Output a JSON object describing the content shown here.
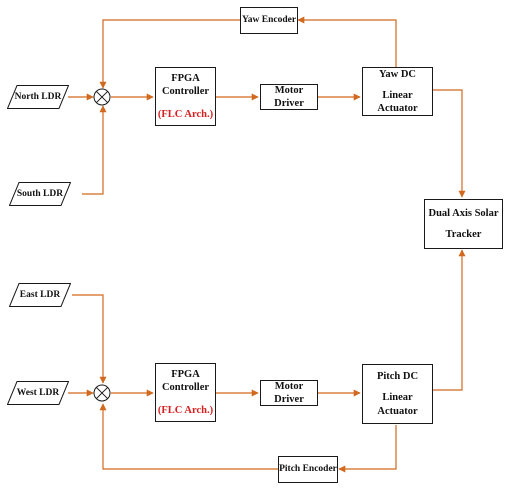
{
  "inputs": {
    "north": "North LDR",
    "south": "South LDR",
    "east": "East LDR",
    "west": "West LDR"
  },
  "yaw": {
    "controller_line1": "FPGA Controller",
    "controller_line2": "(FLC Arch.)",
    "driver": "Motor Driver",
    "actuator_line1": "Yaw DC",
    "actuator_line2": "Linear Actuator",
    "encoder": "Yaw Encoder"
  },
  "pitch": {
    "controller_line1": "FPGA Controller",
    "controller_line2": "(FLC Arch.)",
    "driver": "Motor Driver",
    "actuator_line1": "Pitch DC",
    "actuator_line2": "Linear Actuator",
    "encoder": "Pitch Encoder"
  },
  "tracker": {
    "line1": "Dual Axis Solar",
    "line2": "Tracker"
  },
  "colors": {
    "wire": "#d2691e",
    "box_border": "#1a1a1a",
    "accent_text": "#d81e1e"
  }
}
